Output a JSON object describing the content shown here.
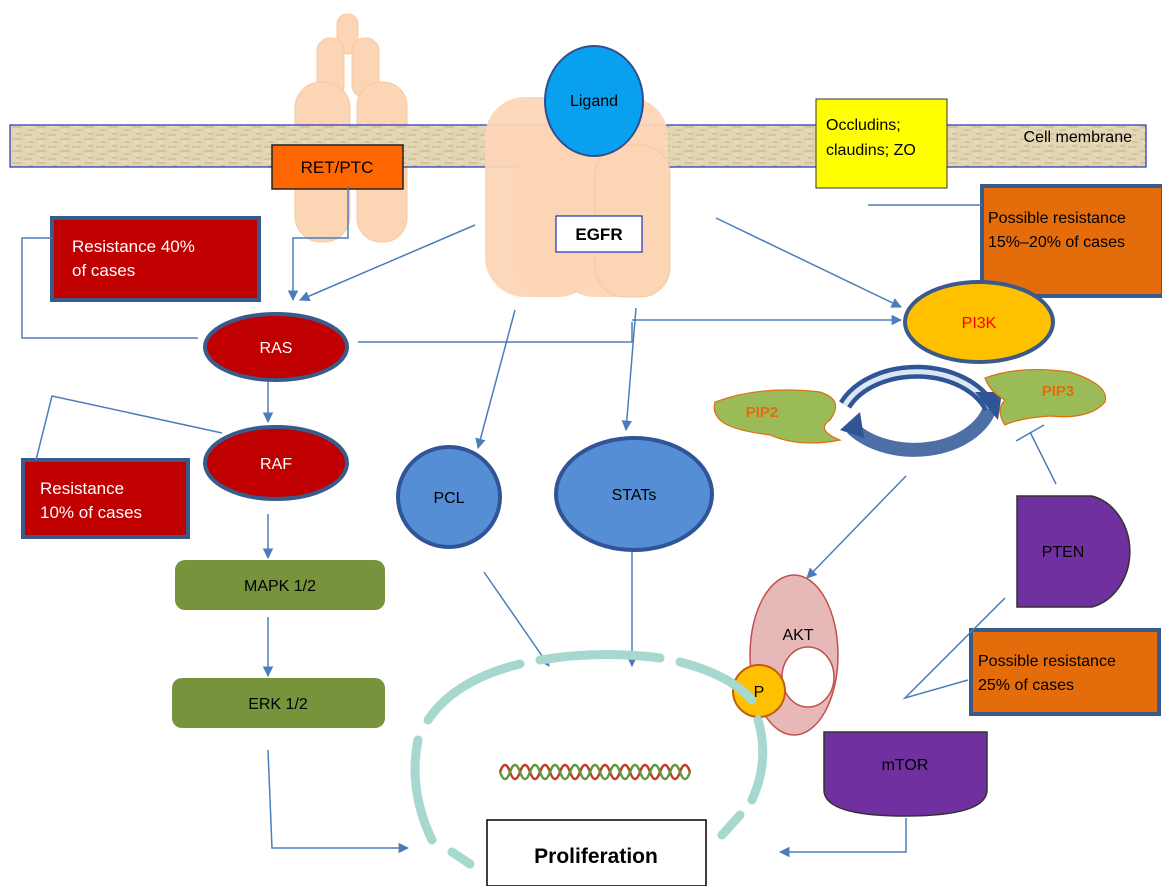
{
  "membrane": {
    "label": "Cell membrane"
  },
  "receptors": {
    "ret": "RET/PTC",
    "egfr": "EGFR",
    "ligand": "Ligand",
    "tight_junction": [
      "Occludins;",
      "claudins; ZO"
    ]
  },
  "nodes": {
    "ras": "RAS",
    "raf": "RAF",
    "mapk": "MAPK 1/2",
    "erk": "ERK 1/2",
    "pcl": "PCL",
    "stats": "STATs",
    "pi3k": "PI3K",
    "pip2": "PIP2",
    "pip3": "PIP3",
    "pten": "PTEN",
    "akt": "AKT",
    "p": "P",
    "mtor": "mTOR",
    "proliferation": "Proliferation"
  },
  "resistance_boxes": {
    "ras": [
      "Resistance 40%",
      "of cases"
    ],
    "raf": [
      "Resistance",
      "10% of cases"
    ],
    "tight_junction": [
      "Possible resistance",
      "15%–20% of cases"
    ],
    "pten": [
      "Possible resistance",
      "25% of cases"
    ]
  },
  "colors": {
    "arrow": "#4a7ebb",
    "dark_red": "#c00000",
    "blue_node": "#558ed5",
    "green_box": "#77933c",
    "orange": "#e46c0a",
    "yellow": "#ffff00",
    "purple": "#7030a0",
    "pi3k_fill": "#ffc000",
    "receptor": "#fcd5b5",
    "pip_green": "#9bbb59",
    "akt_fill": "#e6b9b8"
  }
}
